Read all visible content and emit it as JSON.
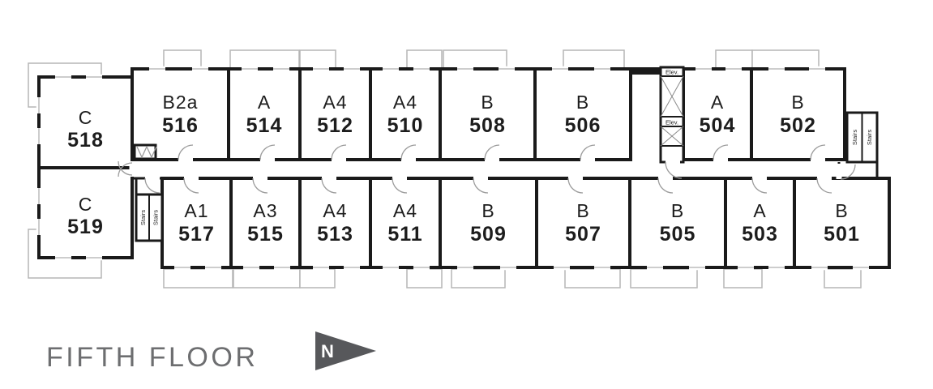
{
  "title": "FIFTH FLOOR",
  "north": {
    "label": "N"
  },
  "legend_labels": {
    "elevator": "Elev.",
    "stairs": "Stairs"
  },
  "colors": {
    "highlight": "#c8d2d7",
    "wall": "#1a1a1a",
    "balcony_outline": "#b5b5b5",
    "door_arc": "#9b9b9b",
    "title_text": "#6d6e70",
    "north_arrow": "#57585b",
    "unit_text": "#1d1d1d"
  },
  "units": [
    {
      "type": "C",
      "number": "518",
      "highlighted": false
    },
    {
      "type": "B2a",
      "number": "516",
      "highlighted": false
    },
    {
      "type": "A",
      "number": "514",
      "highlighted": false
    },
    {
      "type": "A4",
      "number": "512",
      "highlighted": false
    },
    {
      "type": "A4",
      "number": "510",
      "highlighted": false
    },
    {
      "type": "B",
      "number": "508",
      "highlighted": false
    },
    {
      "type": "B",
      "number": "506",
      "highlighted": false
    },
    {
      "type": "A",
      "number": "504",
      "highlighted": false
    },
    {
      "type": "B",
      "number": "502",
      "highlighted": false
    },
    {
      "type": "C",
      "number": "519",
      "highlighted": false
    },
    {
      "type": "A1",
      "number": "517",
      "highlighted": false
    },
    {
      "type": "A3",
      "number": "515",
      "highlighted": false
    },
    {
      "type": "A4",
      "number": "513",
      "highlighted": true
    },
    {
      "type": "A4",
      "number": "511",
      "highlighted": false
    },
    {
      "type": "B",
      "number": "509",
      "highlighted": false
    },
    {
      "type": "B",
      "number": "507",
      "highlighted": false
    },
    {
      "type": "B",
      "number": "505",
      "highlighted": false
    },
    {
      "type": "A",
      "number": "503",
      "highlighted": false
    },
    {
      "type": "B",
      "number": "501",
      "highlighted": false
    }
  ]
}
